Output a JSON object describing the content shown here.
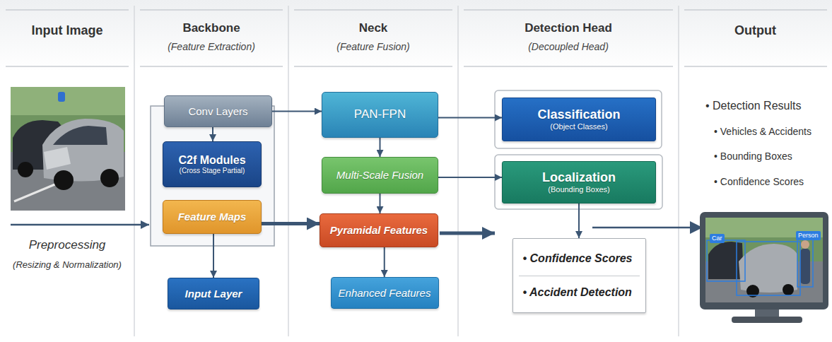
{
  "diagram": {
    "nodes": [
      {
        "text": [
          "Conv Layers"
        ]
      },
      {
        "text": [
          "C2f Modules",
          "(Cross Stage Partial)"
        ]
      },
      {
        "text": [
          "Feature Maps"
        ]
      },
      {
        "text": [
          "Input Layer"
        ]
      },
      {
        "text": [
          "PAN-FPN"
        ]
      },
      {
        "text": [
          "Multi-Scale Fusion"
        ]
      },
      {
        "text": [
          "Pyramidal Features"
        ]
      },
      {
        "text": [
          "Enhanced Features"
        ]
      },
      {
        "text": [
          "Classification",
          "(Object Classes)"
        ]
      },
      {
        "text": [
          "Localization",
          "(Bounding Boxes)"
        ]
      },
      {
        "text": [
          "• Confidence Scores",
          "• Accident Detection"
        ]
      }
    ],
    "edges": [
      {
        "from": 0,
        "to": 1,
        "arrow": "to"
      },
      {
        "from": 0,
        "to": 4,
        "arrow": "to"
      },
      {
        "from": 4,
        "to": 8,
        "arrow": "to"
      },
      {
        "from": 2,
        "to": 6,
        "arrow": "to"
      },
      {
        "from": 4,
        "to": 5,
        "arrow": "to"
      },
      {
        "from": 5,
        "to": 9,
        "arrow": "to"
      },
      {
        "from": 5,
        "to": 6,
        "arrow": "to"
      },
      {
        "from": 6,
        "to": 7,
        "arrow": "to"
      },
      {
        "from": 2,
        "to": 3,
        "arrow": "to"
      },
      {
        "from": 9,
        "to": 10,
        "arrow": "to"
      }
    ],
    "labels": [
      "Input Image",
      "Backbone",
      "(Feature Extraction)",
      "Neck",
      "(Feature Fusion)",
      "Detection Head",
      "(Decoupled Head)",
      "Output",
      "Preprocessing",
      "(Resizing & Normalization)",
      "• Detection Results",
      "• Vehicles & Accidents",
      "• Bounding Boxes",
      "• Confidence Scores",
      "Car",
      "Person"
    ]
  }
}
